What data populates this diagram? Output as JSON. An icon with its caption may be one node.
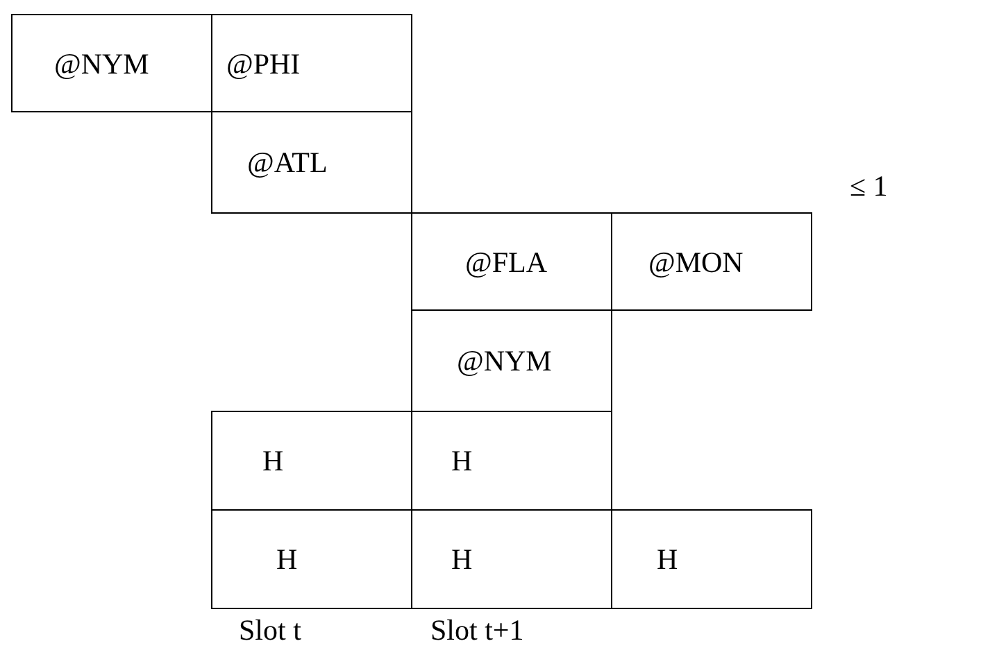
{
  "diagram": {
    "nodes": [
      {
        "text": [
          "@NYM"
        ]
      },
      {
        "text": [
          "@PHI"
        ]
      },
      {
        "text": [
          "@ATL"
        ]
      },
      {
        "text": [
          "@FLA"
        ]
      },
      {
        "text": [
          "@MON"
        ]
      },
      {
        "text": [
          "@NYM"
        ]
      },
      {
        "text": [
          "H"
        ]
      },
      {
        "text": [
          "H"
        ]
      },
      {
        "text": [
          "H"
        ]
      },
      {
        "text": [
          "H"
        ]
      },
      {
        "text": [
          "H"
        ]
      }
    ],
    "labels": [
      "≤ 1",
      "Slot t",
      "Slot t+1"
    ]
  }
}
